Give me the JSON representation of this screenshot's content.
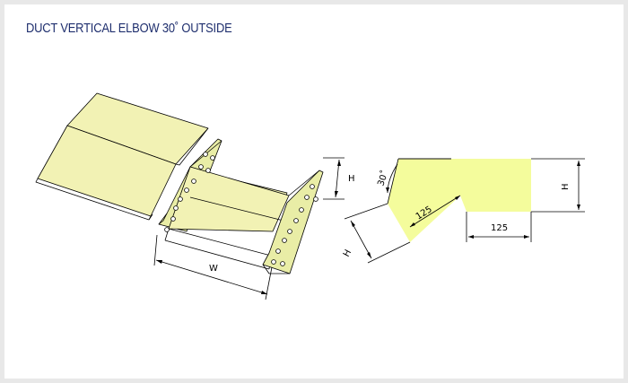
{
  "title": "DUCT VERTICAL ELBOW 30˚ OUTSIDE",
  "colors": {
    "panel_fill": "#f2f2b4",
    "side_fill": "#e9eda6",
    "plan_fill": "#f4fc9c",
    "title": "#1f2f6e",
    "background": "#e8e8e8"
  },
  "labels": {
    "iso_h": "H",
    "iso_w": "W",
    "plan_angle": "30˚",
    "plan_h_left": "H",
    "plan_125_diag": "125",
    "plan_125_horiz": "125",
    "plan_h_right": "H"
  }
}
